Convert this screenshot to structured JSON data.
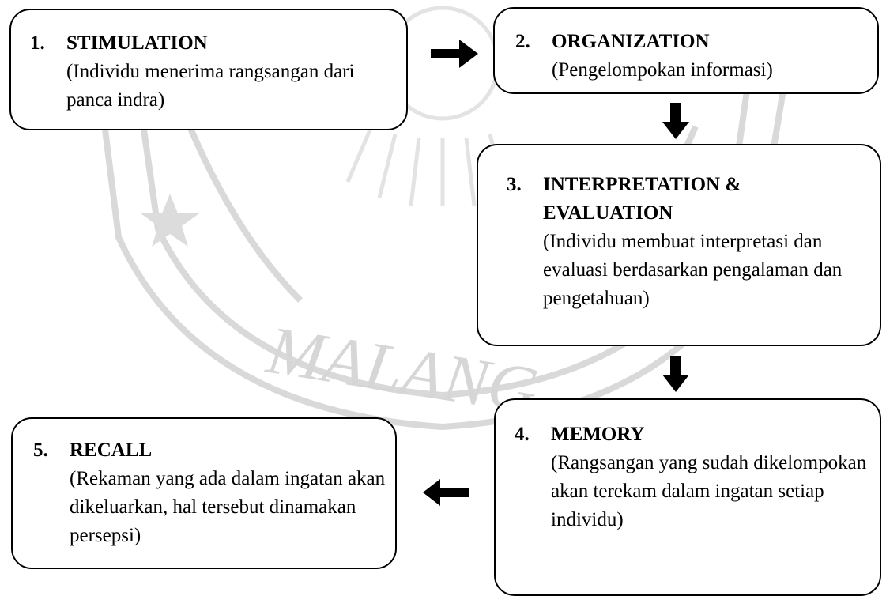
{
  "colors": {
    "ink": "#000000",
    "paper": "#ffffff",
    "watermark": "#d9d9d9"
  },
  "steps": [
    {
      "num": "1.",
      "title": "STIMULATION",
      "desc": "(Individu menerima rangsangan dari panca indra)"
    },
    {
      "num": "2.",
      "title": "ORGANIZATION",
      "desc": "(Pengelompokan informasi)"
    },
    {
      "num": "3.",
      "title": "INTERPRETATION & EVALUATION",
      "desc": "(Individu membuat interpretasi dan evaluasi berdasarkan pengalaman dan pengetahuan)"
    },
    {
      "num": "4.",
      "title": "MEMORY",
      "desc": "(Rangsangan yang sudah dikelompokan akan terekam dalam ingatan setiap individu)"
    },
    {
      "num": "5.",
      "title": "RECALL",
      "desc": "(Rekaman yang ada dalam ingatan akan dikeluarkan, hal tersebut dinamakan persepsi)"
    }
  ],
  "arrows": [
    {
      "from": "1",
      "to": "2",
      "direction": "right"
    },
    {
      "from": "2",
      "to": "3",
      "direction": "down"
    },
    {
      "from": "3",
      "to": "4",
      "direction": "down"
    },
    {
      "from": "4",
      "to": "5",
      "direction": "left"
    }
  ]
}
